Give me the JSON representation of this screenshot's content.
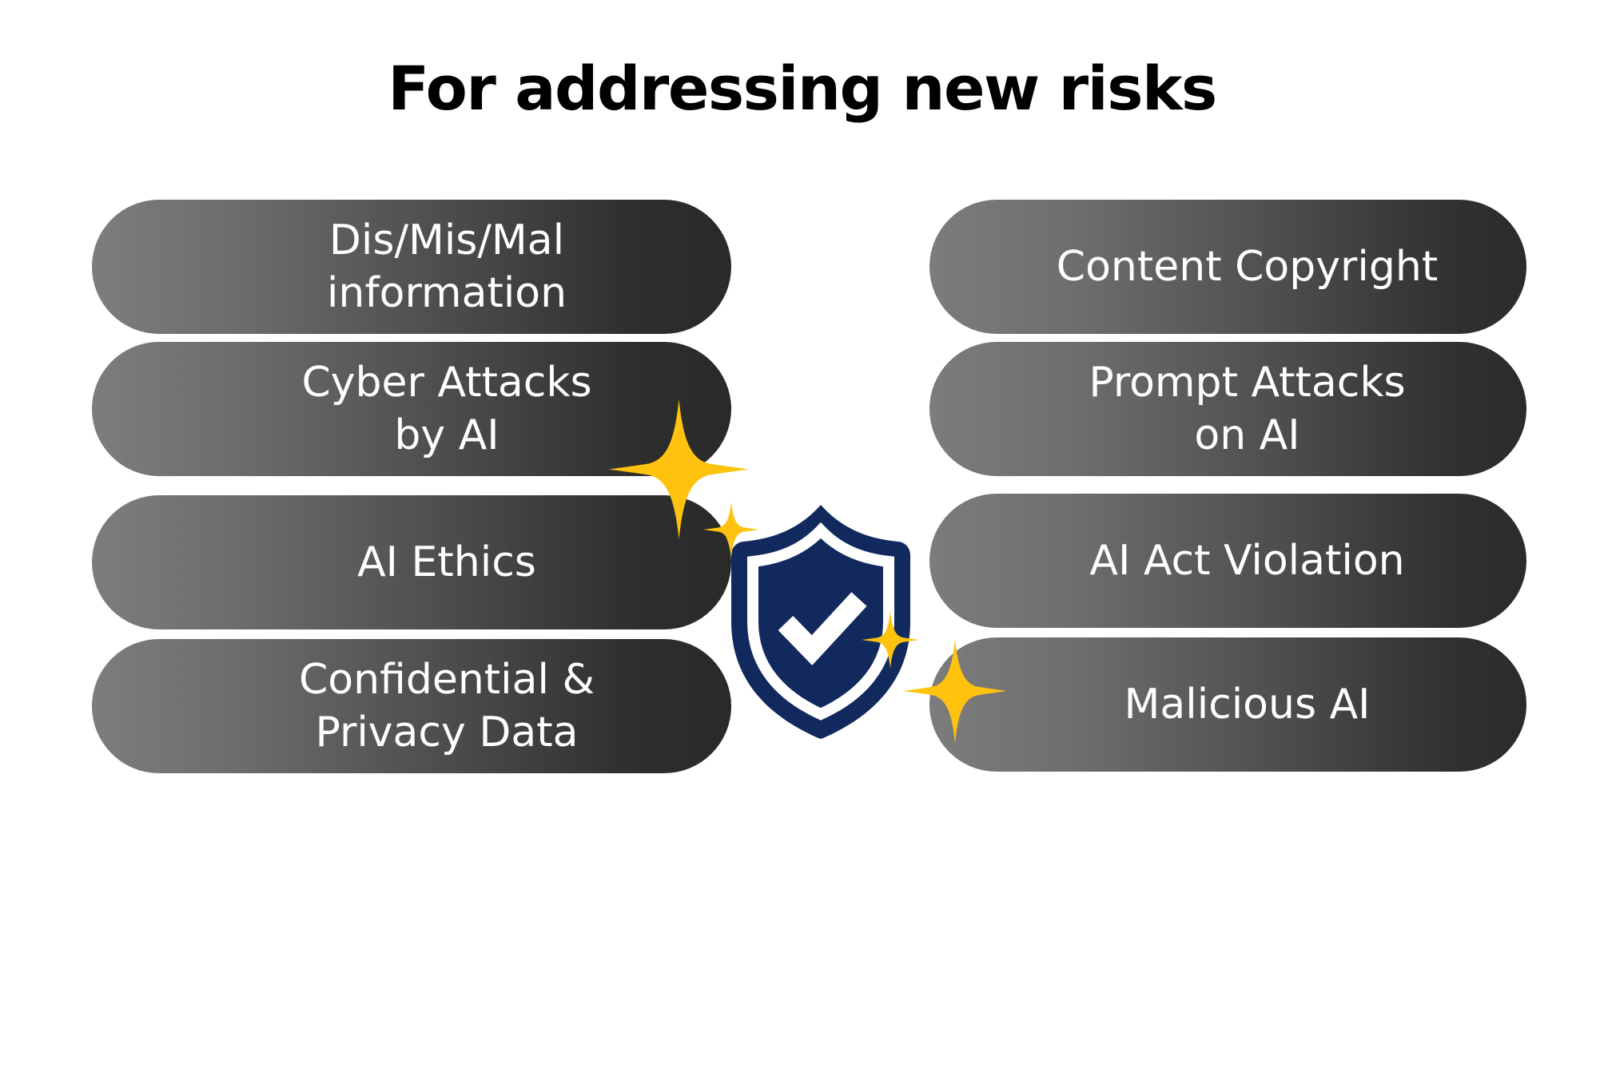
{
  "page": {
    "title": "For addressing new risks",
    "background_color": "#ffffff"
  },
  "theme": {
    "pill_gradient_start": "#7d7d7d",
    "pill_gradient_end": "#292929",
    "pill_text_color": "#ffffff",
    "shield_color": "#12295e",
    "shield_accent_color": "#ffffff",
    "sparkle_color": "#ffc20e",
    "title_color": "#000000"
  },
  "risks": {
    "left_column": [
      {
        "label": "Dis/Mis/Mal\ninformation"
      },
      {
        "label": "Cyber Attacks\nby AI"
      },
      {
        "label": "AI Ethics"
      },
      {
        "label": "Confidential &\nPrivacy Data"
      }
    ],
    "right_column": [
      {
        "label": "Content Copyright"
      },
      {
        "label": "Prompt Attacks\non AI"
      },
      {
        "label": "AI Act Violation"
      },
      {
        "label": "Malicious AI"
      }
    ]
  },
  "center_graphic": {
    "icon": "shield-check-icon",
    "sparkles": [
      {
        "name": "sparkle-large-left",
        "size": "large"
      },
      {
        "name": "sparkle-small-left",
        "size": "small"
      },
      {
        "name": "sparkle-small-right",
        "size": "small"
      },
      {
        "name": "sparkle-medium-right",
        "size": "medium"
      }
    ]
  }
}
